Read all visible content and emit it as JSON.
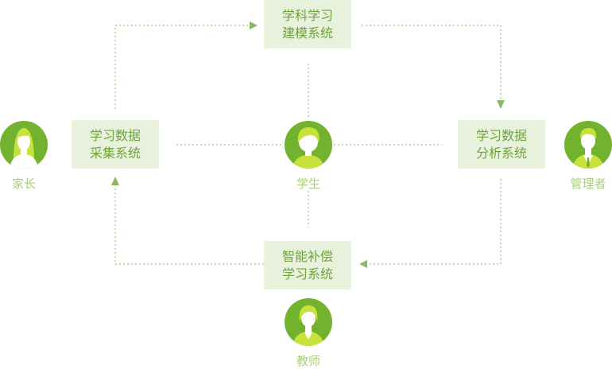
{
  "systems": {
    "modeling": {
      "line1": "学科学习",
      "line2": "建模系统"
    },
    "collection": {
      "line1": "学习数据",
      "line2": "采集系统"
    },
    "analysis": {
      "line1": "学习数据",
      "line2": "分析系统"
    },
    "compensation": {
      "line1": "智能补偿",
      "line2": "学习系统"
    }
  },
  "people": {
    "parent": "家长",
    "student": "学生",
    "admin": "管理者",
    "teacher": "教师"
  },
  "colors": {
    "accent": "#6ea53a",
    "box_bg": "#e8f1dc",
    "avatar_green": "#72b22e",
    "avatar_light": "#c7e23a",
    "caption": "#a7cf7c"
  }
}
